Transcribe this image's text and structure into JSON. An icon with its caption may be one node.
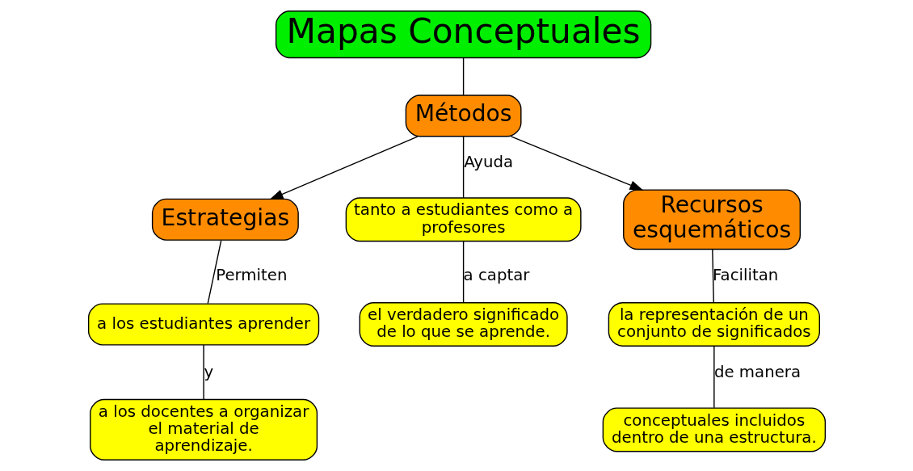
{
  "diagram": {
    "nodes": [
      {
        "text": [
          "Mapas Conceptuales"
        ]
      },
      {
        "text": [
          "Métodos"
        ]
      },
      {
        "text": [
          "Estrategias"
        ]
      },
      {
        "text": [
          "tanto a estudiantes como a profesores"
        ]
      },
      {
        "text": [
          "Recursos esquemáticos"
        ]
      },
      {
        "text": [
          "a los estudiantes aprender"
        ]
      },
      {
        "text": [
          "el verdadero significado de lo que se aprende."
        ]
      },
      {
        "text": [
          "la representación de un conjunto de significados"
        ]
      },
      {
        "text": [
          "a los docentes a organizar el material de aprendizaje."
        ]
      },
      {
        "text": [
          "conceptuales incluidos dentro de una estructura."
        ]
      }
    ],
    "edges": [
      {
        "from": 0,
        "to": 1,
        "arrow": "none"
      },
      {
        "from": 1,
        "to": 2,
        "arrow": "to"
      },
      {
        "from": 1,
        "to": 3,
        "arrow": "none",
        "label": "Ayuda"
      },
      {
        "from": 1,
        "to": 4,
        "arrow": "to"
      },
      {
        "from": 2,
        "to": 5,
        "arrow": "none",
        "label": "Permiten"
      },
      {
        "from": 3,
        "to": 6,
        "arrow": "none",
        "label": "a captar"
      },
      {
        "from": 4,
        "to": 7,
        "arrow": "none",
        "label": "Facilitan"
      },
      {
        "from": 5,
        "to": 8,
        "arrow": "none",
        "label": "y"
      },
      {
        "from": 7,
        "to": 9,
        "arrow": "none",
        "label": "de manera"
      }
    ]
  }
}
